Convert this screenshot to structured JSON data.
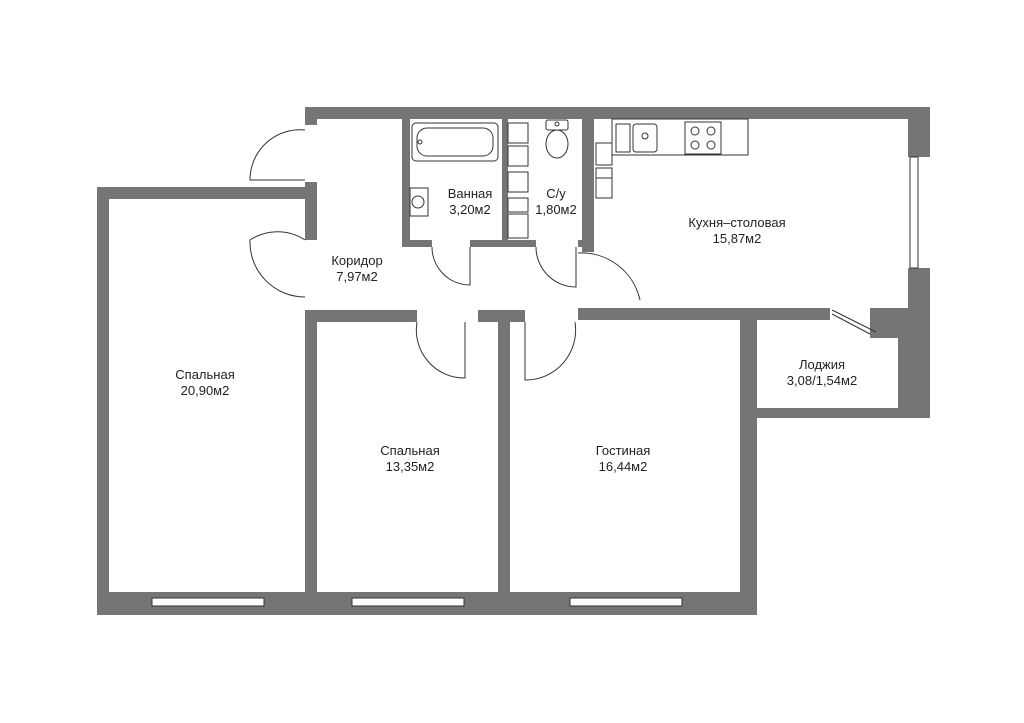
{
  "rooms": [
    {
      "id": "bedroom1",
      "name": "Спальная",
      "area": "20,90м2"
    },
    {
      "id": "corridor",
      "name": "Коридор",
      "area": "7,97м2"
    },
    {
      "id": "bath",
      "name": "Ванная",
      "area": "3,20м2"
    },
    {
      "id": "wc",
      "name": "С/у",
      "area": "1,80м2"
    },
    {
      "id": "kitchen",
      "name": "Кухня–столовая",
      "area": "15,87м2"
    },
    {
      "id": "loggia",
      "name": "Лоджия",
      "area": "3,08/1,54м2"
    },
    {
      "id": "bedroom2",
      "name": "Спальная",
      "area": "13,35м2"
    },
    {
      "id": "living",
      "name": "Гостиная",
      "area": "16,44м2"
    }
  ]
}
